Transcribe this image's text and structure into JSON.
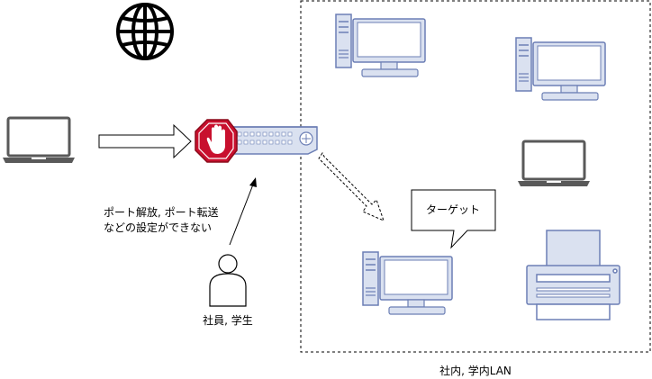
{
  "note": {
    "line1": "ポート解放, ポート転送",
    "line2": "などの設定ができない"
  },
  "person_label": "社員, 学生",
  "target_label": "ターゲット",
  "lan_label": "社内, 学内LAN",
  "icons": [
    "globe-icon",
    "laptop-icon",
    "stop-hand-icon",
    "router-icon",
    "desktop-icon",
    "printer-icon",
    "person-icon",
    "speech-bubble"
  ],
  "colors": {
    "device_fill": "#dae1f0",
    "device_stroke": "#6c7fb5",
    "laptop": "#595959",
    "stop": "#c8102e"
  }
}
